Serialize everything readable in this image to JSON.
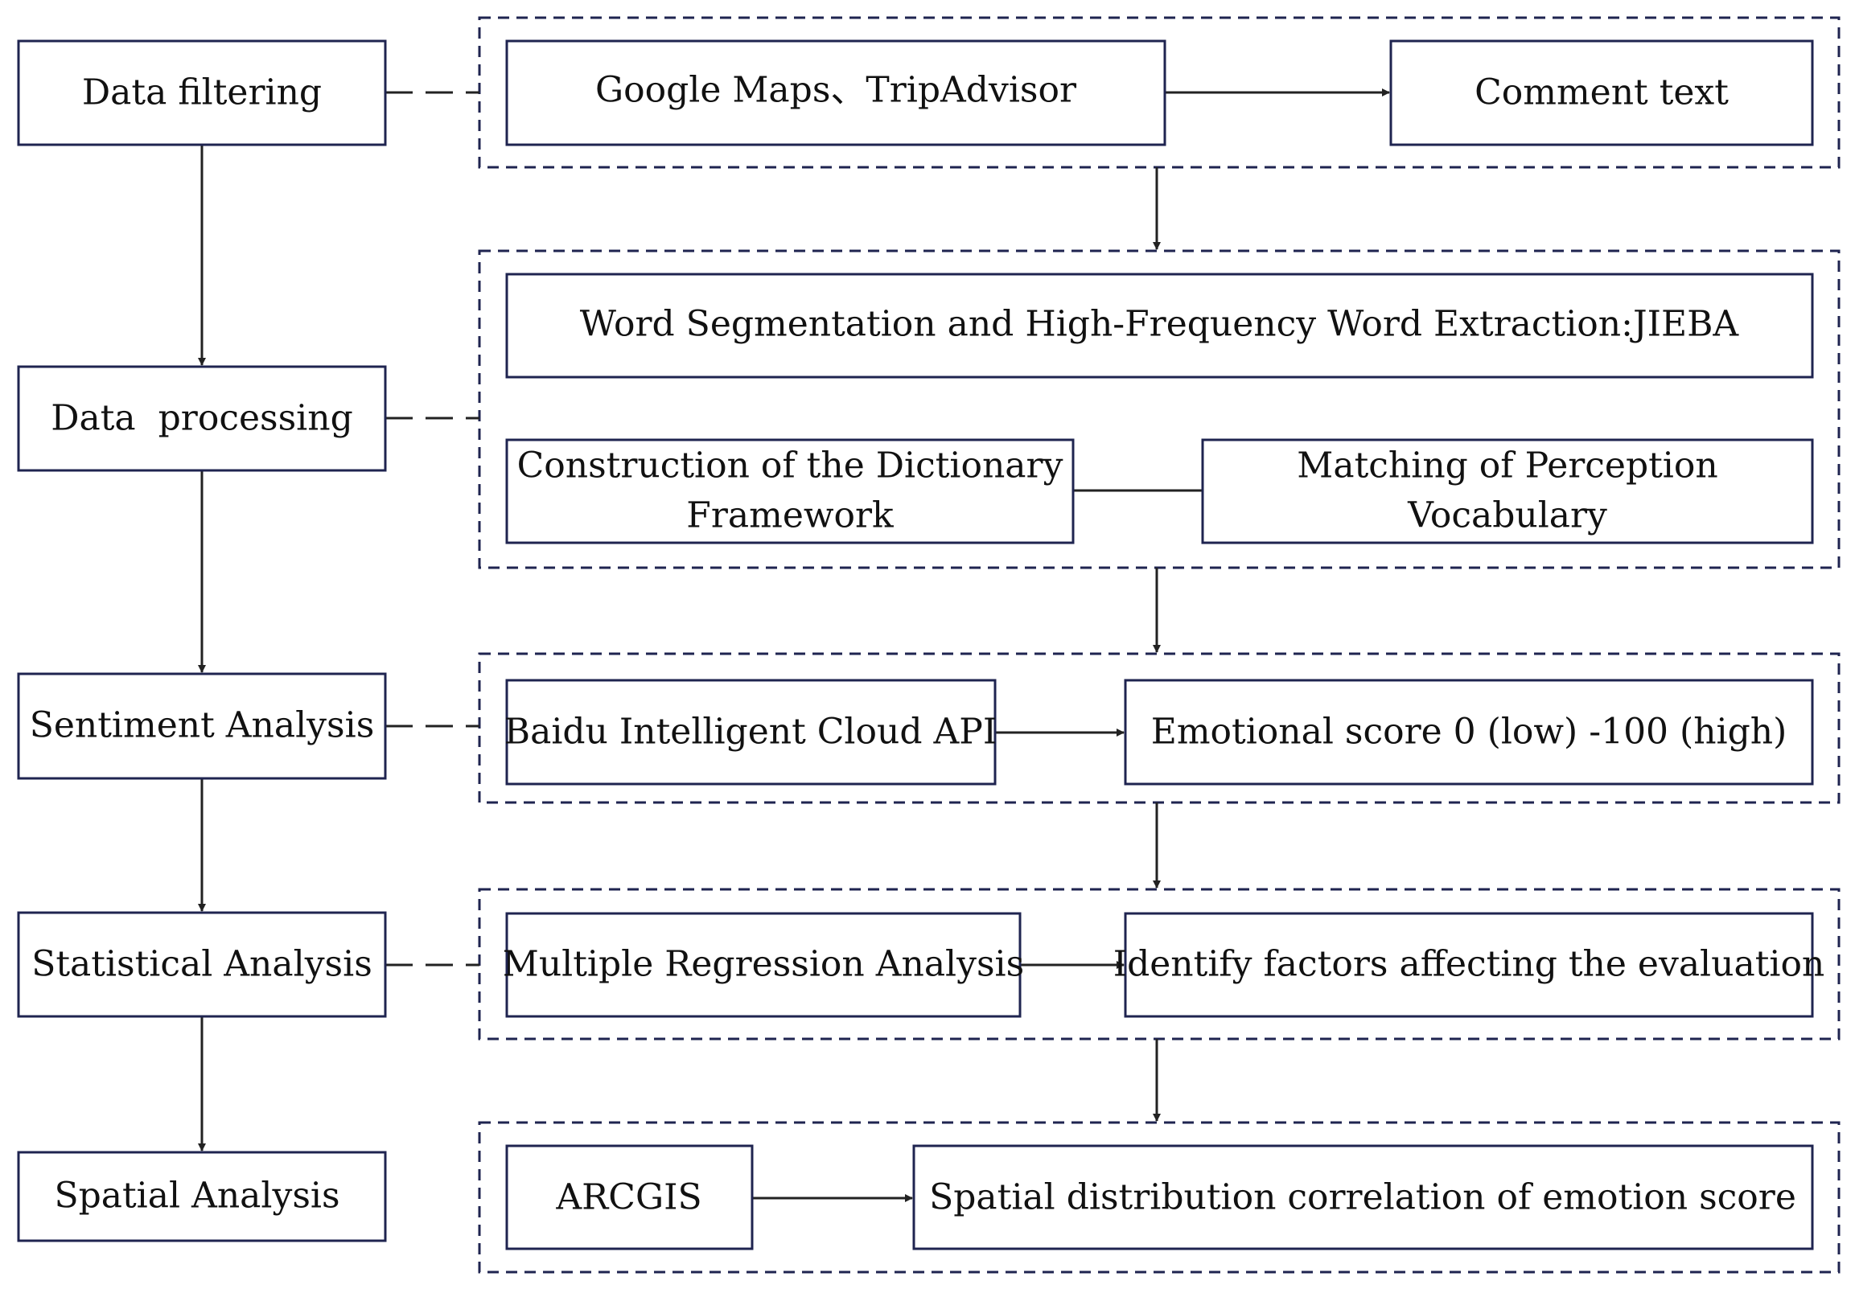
{
  "colors": {
    "box_stroke": "#1f2450",
    "line": "#222222",
    "text": "#111111",
    "background": "#ffffff"
  },
  "left_steps": {
    "data_filtering": "Data filtering",
    "data_processing": "Data  processing",
    "sentiment_analysis": "Sentiment Analysis",
    "statistical_analysis": "Statistical Analysis",
    "spatial_analysis": "Spatial Analysis"
  },
  "group_filtering": {
    "source": "Google Maps、TripAdvisor",
    "output": "Comment text"
  },
  "group_processing": {
    "segmentation": "Word Segmentation and High-Frequency Word Extraction:JIEBA",
    "dictionary_line1": "Construction of the Dictionary",
    "dictionary_line2": "Framework",
    "matching_line1": "Matching of Perception",
    "matching_line2": "Vocabulary"
  },
  "group_sentiment": {
    "api": "Baidu Intelligent Cloud API",
    "score": "Emotional score 0 (low) -100 (high)"
  },
  "group_statistical": {
    "regression": "Multiple Regression Analysis",
    "factors": "Identify factors affecting the evaluation"
  },
  "group_spatial": {
    "tool": "ARCGIS",
    "correlation": "Spatial distribution correlation of emotion score"
  }
}
